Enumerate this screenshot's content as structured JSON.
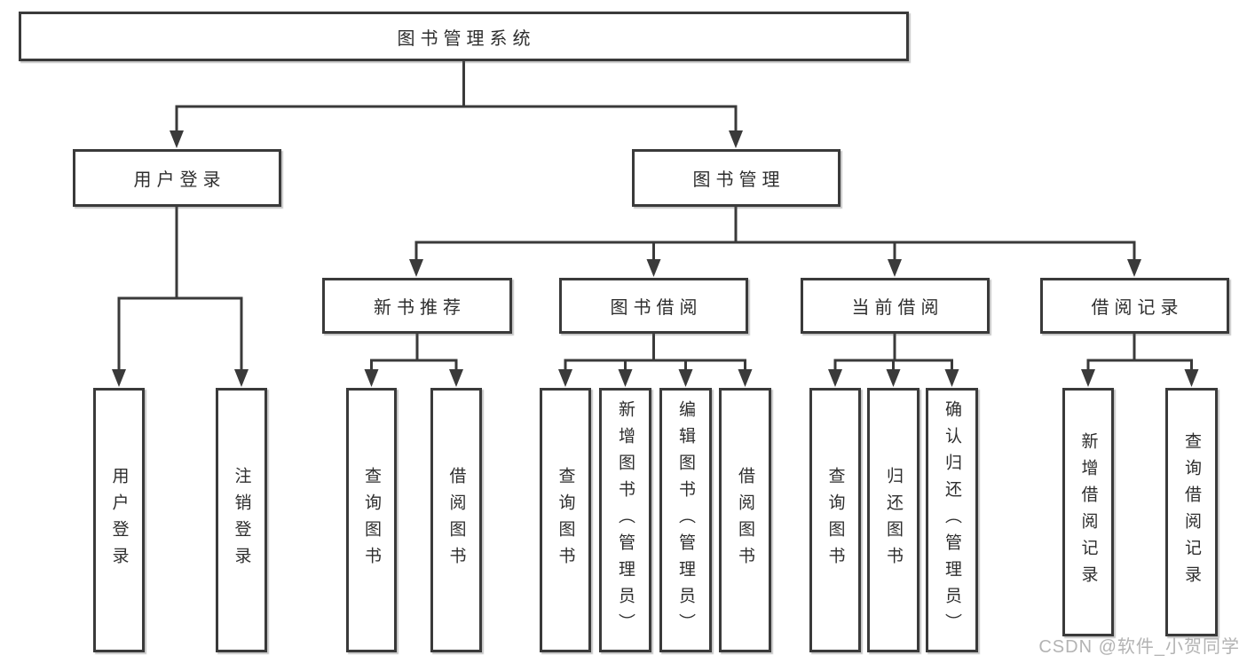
{
  "diagram": {
    "root": {
      "label": "图书管理系统"
    },
    "level2": [
      {
        "label": "用户登录"
      },
      {
        "label": "图书管理"
      }
    ],
    "level3": [
      {
        "label": "新书推荐"
      },
      {
        "label": "图书借阅"
      },
      {
        "label": "当前借阅"
      },
      {
        "label": "借阅记录"
      }
    ],
    "leaves": {
      "user_login": [
        {
          "label": "用户登录"
        },
        {
          "label": "注销登录"
        }
      ],
      "new_book_recommend": [
        {
          "label": "查询图书"
        },
        {
          "label": "借阅图书"
        }
      ],
      "book_borrow": [
        {
          "label": "查询图书"
        },
        {
          "label": "新增图书（管理员）"
        },
        {
          "label": "编辑图书（管理员）"
        },
        {
          "label": "借阅图书"
        }
      ],
      "current_borrow": [
        {
          "label": "查询图书"
        },
        {
          "label": "归还图书"
        },
        {
          "label": "确认归还（管理员）"
        }
      ],
      "borrow_record": [
        {
          "label": "新增借阅记录"
        },
        {
          "label": "查询借阅记录"
        }
      ]
    }
  },
  "watermark": {
    "text": "CSDN @软件_小贺同学"
  },
  "colors": {
    "line": "#3a3a3a",
    "text": "#2e2e2e",
    "watermark": "#b3b3b3",
    "background": "#ffffff"
  }
}
